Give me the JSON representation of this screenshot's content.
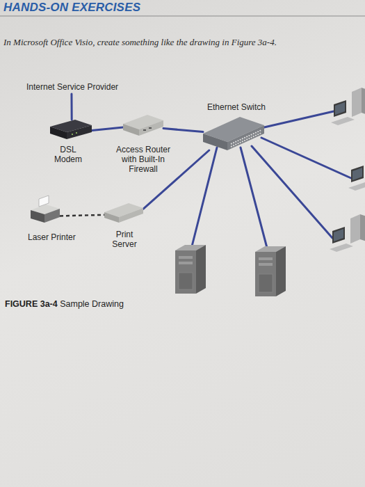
{
  "diagram": {
    "title": "HANDS-ON EXERCISES",
    "caption": "FIGURE 3a-4 Sample Drawing",
    "nodes": [
      {
        "text": [
          "Internet Service Provider"
        ]
      },
      {
        "text": [
          "Ethernet Switch"
        ]
      },
      {
        "text": [
          "DSL Modem"
        ]
      },
      {
        "text": [
          "Access Router with Built-In Firewall"
        ]
      },
      {
        "text": [
          "Laser Printer"
        ]
      },
      {
        "text": [
          "Print Server"
        ]
      }
    ],
    "edges": [
      {
        "from": 0,
        "to": 2,
        "arrow": "none"
      },
      {
        "from": 2,
        "to": 3,
        "arrow": "none"
      },
      {
        "from": 3,
        "to": 1,
        "arrow": "none"
      },
      {
        "from": 1,
        "to": 5,
        "arrow": "none"
      },
      {
        "from": 4,
        "to": 5,
        "arrow": "none"
      }
    ],
    "labels": [
      "In Microsoft Office Visio, create something like the drawing in Figure 3a-4."
    ]
  }
}
